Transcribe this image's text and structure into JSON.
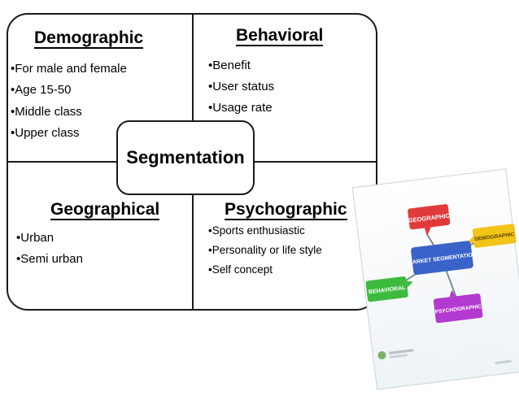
{
  "center_label": "Segmentation",
  "quadrants": {
    "demographic": {
      "title": "Demographic",
      "items": [
        "•For male and female",
        "•Age 15-50",
        "•Middle class",
        "•Upper class"
      ]
    },
    "behavioral": {
      "title": "Behavioral",
      "items": [
        "•Benefit",
        "•User status",
        "•Usage rate"
      ]
    },
    "geographical": {
      "title": "Geographical",
      "items": [
        "•Urban",
        "•Semi urban"
      ]
    },
    "psychographic": {
      "title": "Psychographic",
      "items": [
        "•Sports enthusiastic",
        "•Personality or life style",
        "•Self concept"
      ]
    }
  },
  "image": {
    "center": "MARKET SEGMENTATION",
    "labels": [
      "GEOGRAPHIC",
      "DEMOGRAPHIC",
      "BEHAVIORAL",
      "PSYCHOGRAPHIC"
    ],
    "colors": {
      "geographic": "#e23a3a",
      "demographic": "#f2c418",
      "behavioral": "#3dbb3d",
      "psychographic": "#b23ad0",
      "center": "#3a63c9"
    }
  }
}
